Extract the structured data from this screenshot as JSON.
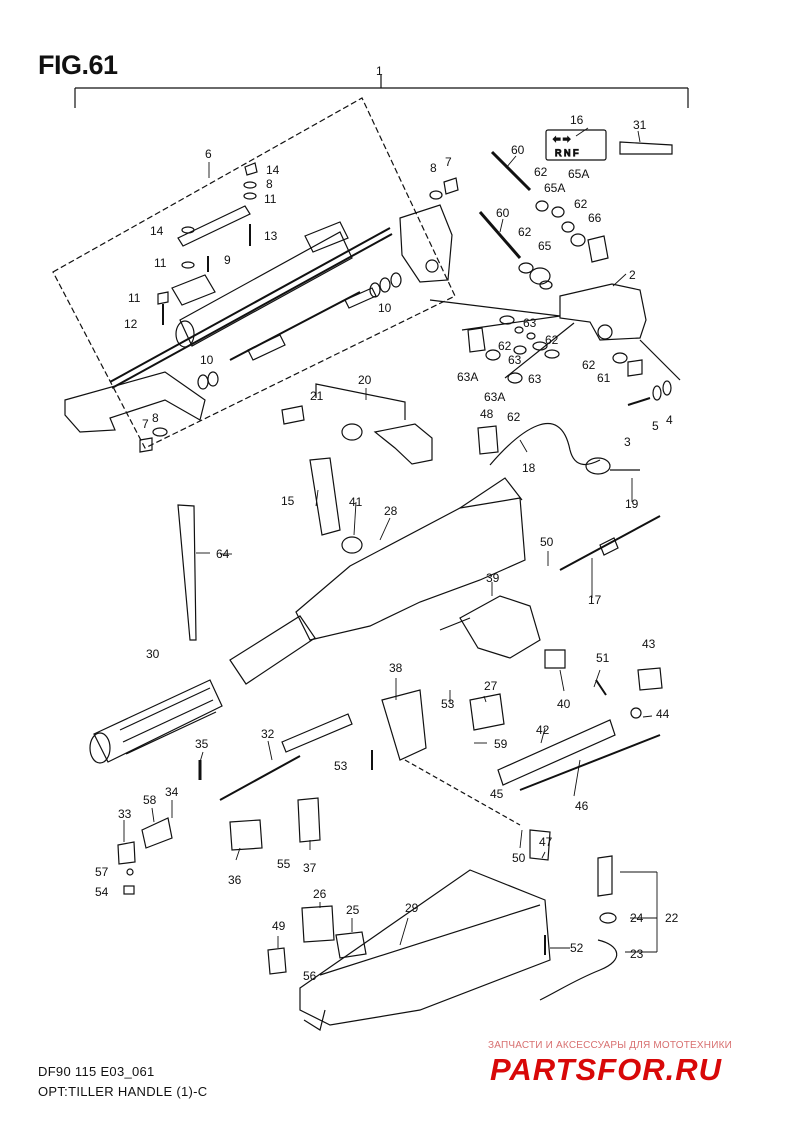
{
  "figure": {
    "title": "FIG.61",
    "code": "DF90 115 E03_061",
    "description": "OPT:TILLER HANDLE (1)-C"
  },
  "switch_plate": {
    "top": "⇦ ⇨",
    "bottom": "R N F"
  },
  "watermark": {
    "text": "ЗАПЧАСТИ И АКСЕССУАРЫ ДЛЯ МОТОТЕХНИКИ",
    "logo": "PARTSFOR.RU",
    "color": "#d80808"
  },
  "callouts": {
    "c1": "1",
    "c2": "2",
    "c3": "3",
    "c4": "4",
    "c5": "5",
    "c6": "6",
    "c7a": "7",
    "c7b": "7",
    "c8a": "8",
    "c8b": "8",
    "c8c": "8",
    "c9": "9",
    "c10a": "10",
    "c10b": "10",
    "c11a": "11",
    "c11b": "11",
    "c11c": "11",
    "c12": "12",
    "c13": "13",
    "c14a": "14",
    "c14b": "14",
    "c15": "15",
    "c16": "16",
    "c17": "17",
    "c18": "18",
    "c19": "19",
    "c20": "20",
    "c21": "21",
    "c22": "22",
    "c23": "23",
    "c24": "24",
    "c25": "25",
    "c26": "26",
    "c27": "27",
    "c28": "28",
    "c29": "29",
    "c30": "30",
    "c31": "31",
    "c32": "32",
    "c33": "33",
    "c34": "34",
    "c35": "35",
    "c36": "36",
    "c37": "37",
    "c38": "38",
    "c39": "39",
    "c40": "40",
    "c41": "41",
    "c42": "42",
    "c43": "43",
    "c44": "44",
    "c45": "45",
    "c46": "46",
    "c47": "47",
    "c48": "48",
    "c49": "49",
    "c50a": "50",
    "c50b": "50",
    "c51": "51",
    "c52": "52",
    "c53a": "53",
    "c53b": "53",
    "c54": "54",
    "c55": "55",
    "c56": "56",
    "c57": "57",
    "c58": "58",
    "c59": "59",
    "c60a": "60",
    "c60b": "60",
    "c61": "61",
    "c62a": "62",
    "c62b": "62",
    "c62c": "62",
    "c62d": "62",
    "c62e": "62",
    "c62f": "62",
    "c62g": "62",
    "c63a": "63",
    "c63b": "63",
    "c63c": "63",
    "c63Aa": "63A",
    "c63Ab": "63A",
    "c64": "64",
    "c65": "65",
    "c65Aa": "65A",
    "c65Ab": "65A",
    "c66": "66"
  }
}
